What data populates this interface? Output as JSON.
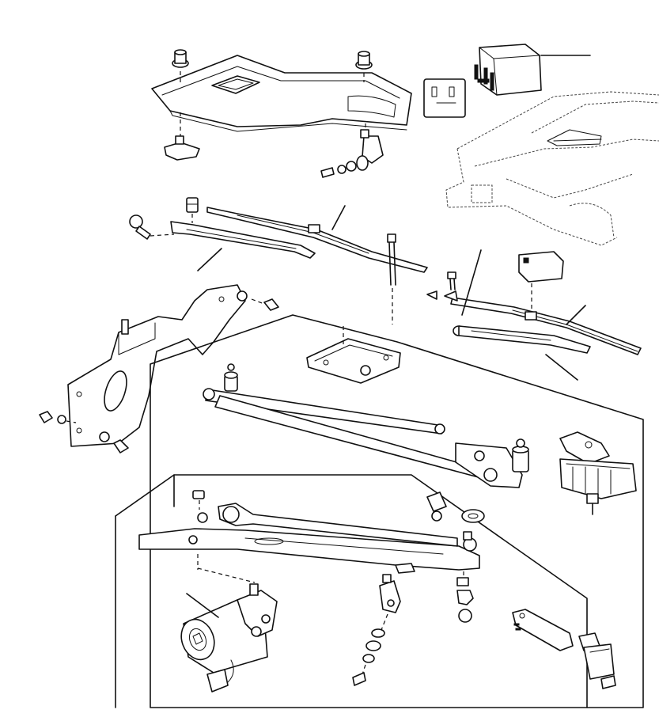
{
  "diagram": {
    "parts": [
      {
        "id": "motor-cover",
        "label": ""
      },
      {
        "id": "relay",
        "label": ""
      },
      {
        "id": "relay-socket",
        "label": ""
      },
      {
        "id": "vehicle-outline",
        "label": ""
      },
      {
        "id": "wiper-blade-left",
        "label": ""
      },
      {
        "id": "wiper-arm-left",
        "label": ""
      },
      {
        "id": "wiper-blade-right",
        "label": ""
      },
      {
        "id": "wiper-arm-right",
        "label": ""
      },
      {
        "id": "mounting-bracket",
        "label": ""
      },
      {
        "id": "linkage-rods",
        "label": ""
      },
      {
        "id": "wiper-spindle",
        "label": ""
      },
      {
        "id": "linkage-assembly",
        "label": ""
      },
      {
        "id": "wiper-motor",
        "label": ""
      },
      {
        "id": "cable-clip",
        "label": ""
      }
    ]
  }
}
